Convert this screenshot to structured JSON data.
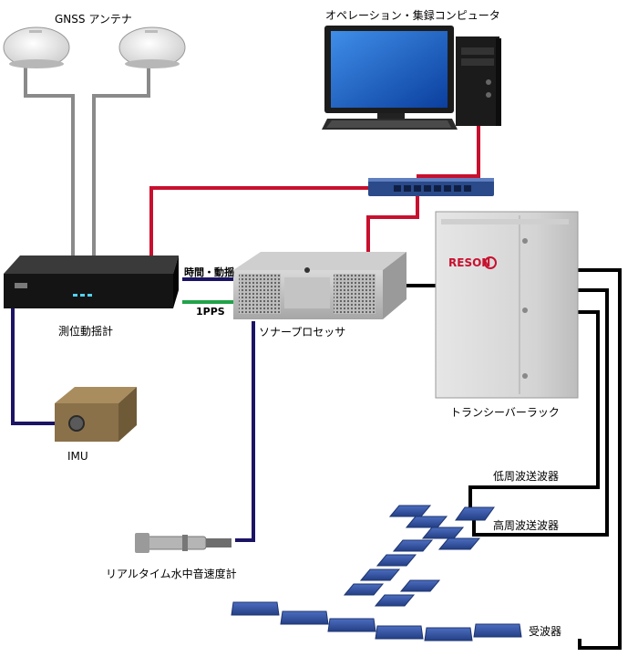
{
  "labels": {
    "gnss_antenna": "GNSS アンテナ",
    "operation_pc": "オペレーション・集録コンピュータ",
    "motion_sensor": "測位動揺計",
    "time_motion": "時間・動揺",
    "pps": "1PPS",
    "sonar_processor": "ソナープロセッサ",
    "transceiver_rack": "トランシーバーラック",
    "imu": "IMU",
    "lf_transmitter": "低周波送波器",
    "hf_transmitter": "高周波送波器",
    "svp": "リアルタイム水中音速度計",
    "receiver": "受波器"
  },
  "device_text": {
    "reson_logo": "RESON"
  },
  "colors": {
    "red_cable": "#c8102e",
    "navy_cable": "#1b1464",
    "black_cable": "#000000",
    "gray_cable": "#8a8a8a",
    "green_cable": "#22a24a",
    "switch_blue": "#2a4a8a",
    "transducer_blue": "#2f4f9f"
  }
}
